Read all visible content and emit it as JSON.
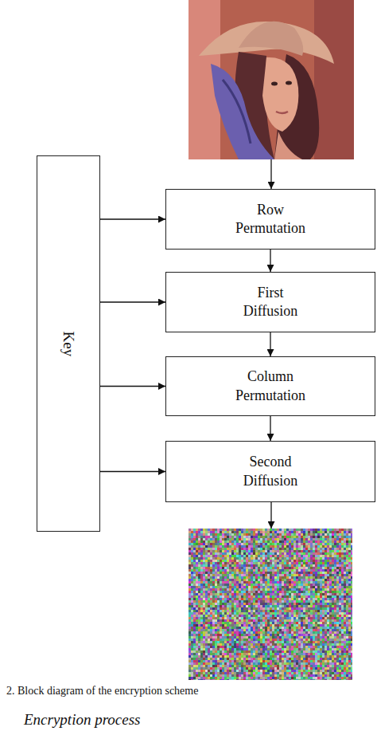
{
  "diagram": {
    "caption": "2. Block diagram of the encryption scheme",
    "nodes": [
      {
        "text": [
          "Key"
        ]
      },
      {
        "text": [
          "Row Permutation"
        ]
      },
      {
        "text": [
          "First Diffusion"
        ]
      },
      {
        "text": [
          "Column Permutation"
        ]
      },
      {
        "text": [
          "Second Diffusion"
        ]
      }
    ],
    "edges": [
      {
        "from": 1,
        "to": 2,
        "arrow": "to"
      },
      {
        "from": 2,
        "to": 3,
        "arrow": "to"
      },
      {
        "from": 3,
        "to": 4,
        "arrow": "to"
      },
      {
        "from": 0,
        "to": 1,
        "arrow": "to"
      },
      {
        "from": 0,
        "to": 2,
        "arrow": "to"
      },
      {
        "from": 0,
        "to": 3,
        "arrow": "to"
      },
      {
        "from": 0,
        "to": 4,
        "arrow": "to"
      }
    ],
    "labels": [
      "Encryption process"
    ]
  }
}
